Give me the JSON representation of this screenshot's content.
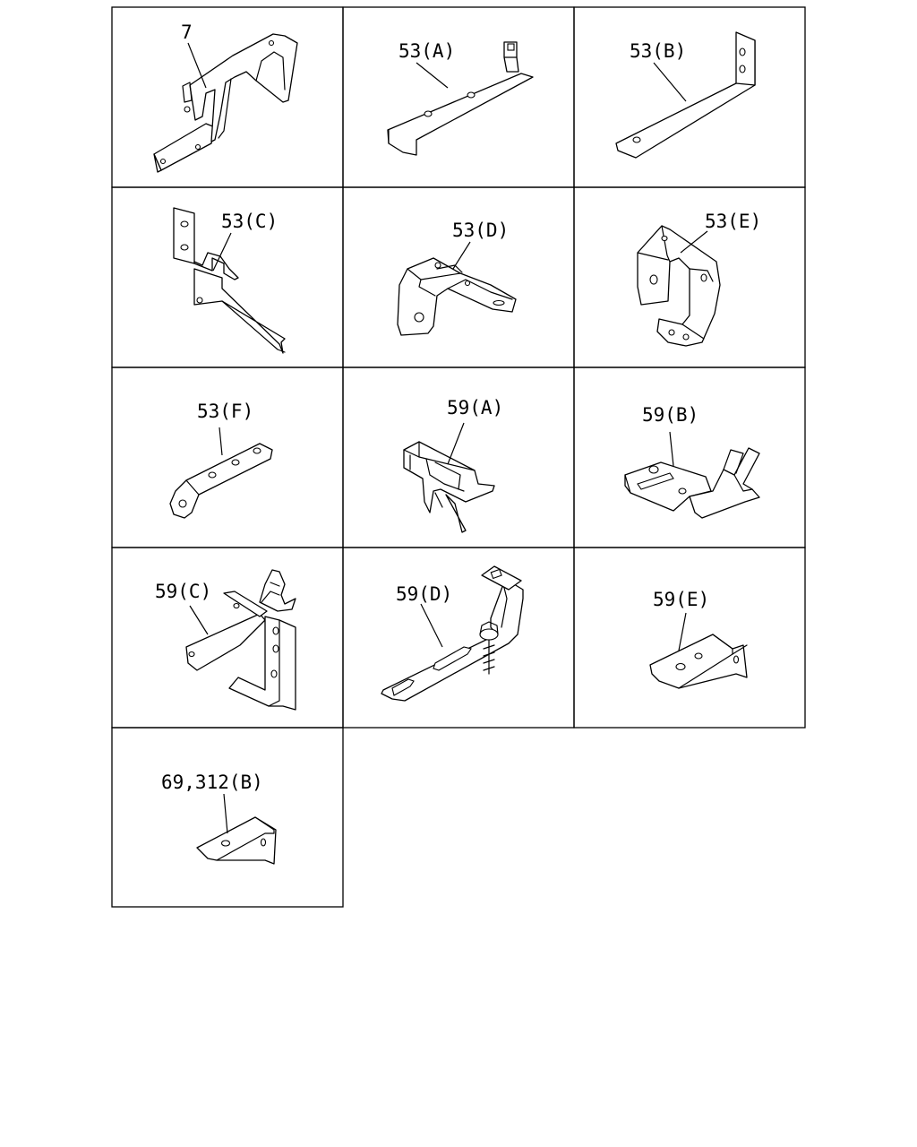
{
  "cells": [
    {
      "id": "7",
      "label": "7"
    },
    {
      "id": "53a",
      "label": "53(A)"
    },
    {
      "id": "53b",
      "label": "53(B)"
    },
    {
      "id": "53c",
      "label": "53(C)"
    },
    {
      "id": "53d",
      "label": "53(D)"
    },
    {
      "id": "53e",
      "label": "53(E)"
    },
    {
      "id": "53f",
      "label": "53(F)"
    },
    {
      "id": "59a",
      "label": "59(A)"
    },
    {
      "id": "59b",
      "label": "59(B)"
    },
    {
      "id": "59c",
      "label": "59(C)"
    },
    {
      "id": "59d",
      "label": "59(D)"
    },
    {
      "id": "59e",
      "label": "59(E)"
    },
    {
      "id": "69_312b",
      "label": "69,312(B)"
    }
  ]
}
